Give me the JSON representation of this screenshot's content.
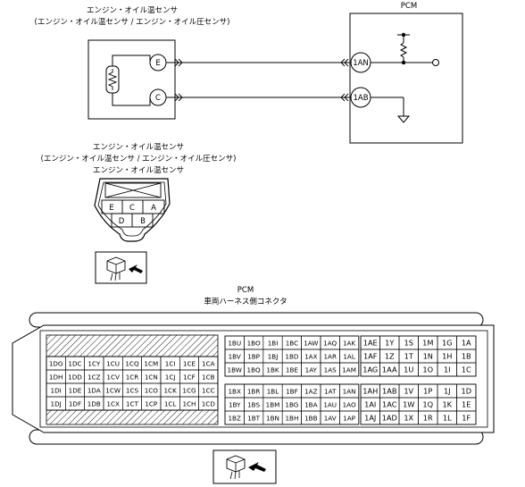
{
  "sensor": {
    "title": "エンジン・オイル温センサ",
    "subtitle": "(エンジン・オイル温センサ / エンジン・オイル圧センサ)",
    "pins": [
      "E",
      "C"
    ]
  },
  "pcm": {
    "title": "PCM",
    "pins": [
      "1AN",
      "1AB"
    ]
  },
  "connector_view": {
    "title": "エンジン・オイル温センサ",
    "subtitle": "(エンジン・オイル温センサ / エンジン・オイル圧センサ)",
    "title2": "エンジン・オイル温センサ",
    "top_row": [
      "E",
      "C",
      "A"
    ],
    "bottom_row": [
      "D",
      "B"
    ]
  },
  "pcm_connector": {
    "title": "PCM",
    "subtitle": "車両ハーネス側コネクタ",
    "left_block": [
      [
        "1DG",
        "1DC",
        "1CY",
        "1CU",
        "1CQ",
        "1CM",
        "1CI",
        "1CE",
        "1CA"
      ],
      [
        "1DH",
        "1DD",
        "1CZ",
        "1CV",
        "1CR",
        "1CN",
        "1CJ",
        "1CF",
        "1CB"
      ],
      [
        "1DI",
        "1DE",
        "1DA",
        "1CW",
        "1CS",
        "1CO",
        "1CK",
        "1CG",
        "1CC"
      ],
      [
        "1DJ",
        "1DF",
        "1DB",
        "1CX",
        "1CT",
        "1CP",
        "1CL",
        "1CH",
        "1CD"
      ]
    ],
    "mid_top": [
      [
        "1BU",
        "1BO",
        "1BI",
        "1BC",
        "1AW",
        "1AQ",
        "1AK"
      ],
      [
        "1BV",
        "1BP",
        "1BJ",
        "1BD",
        "1AX",
        "1AR",
        "1AL"
      ],
      [
        "1BW",
        "1BQ",
        "1BK",
        "1BE",
        "1AY",
        "1AS",
        "1AM"
      ]
    ],
    "mid_bottom": [
      [
        "1BX",
        "1BR",
        "1BL",
        "1BF",
        "1AZ",
        "1AT",
        "1AN"
      ],
      [
        "1BY",
        "1BS",
        "1BM",
        "1BG",
        "1BA",
        "1AU",
        "1AO"
      ],
      [
        "1BZ",
        "1BT",
        "1BN",
        "1BH",
        "1BB",
        "1AV",
        "1AP"
      ]
    ],
    "right_top": [
      [
        "1AE",
        "1Y",
        "1S",
        "1M",
        "1G",
        "1A"
      ],
      [
        "1AF",
        "1Z",
        "1T",
        "1N",
        "1H",
        "1B"
      ],
      [
        "1AG",
        "1AA",
        "1U",
        "1O",
        "1I",
        "1C"
      ]
    ],
    "right_bottom": [
      [
        "1AH",
        "1AB",
        "1V",
        "1P",
        "1J",
        "1D"
      ],
      [
        "1AI",
        "1AC",
        "1W",
        "1Q",
        "1K",
        "1E"
      ],
      [
        "1AJ",
        "1AD",
        "1X",
        "1R",
        "1L",
        "1F"
      ]
    ]
  }
}
